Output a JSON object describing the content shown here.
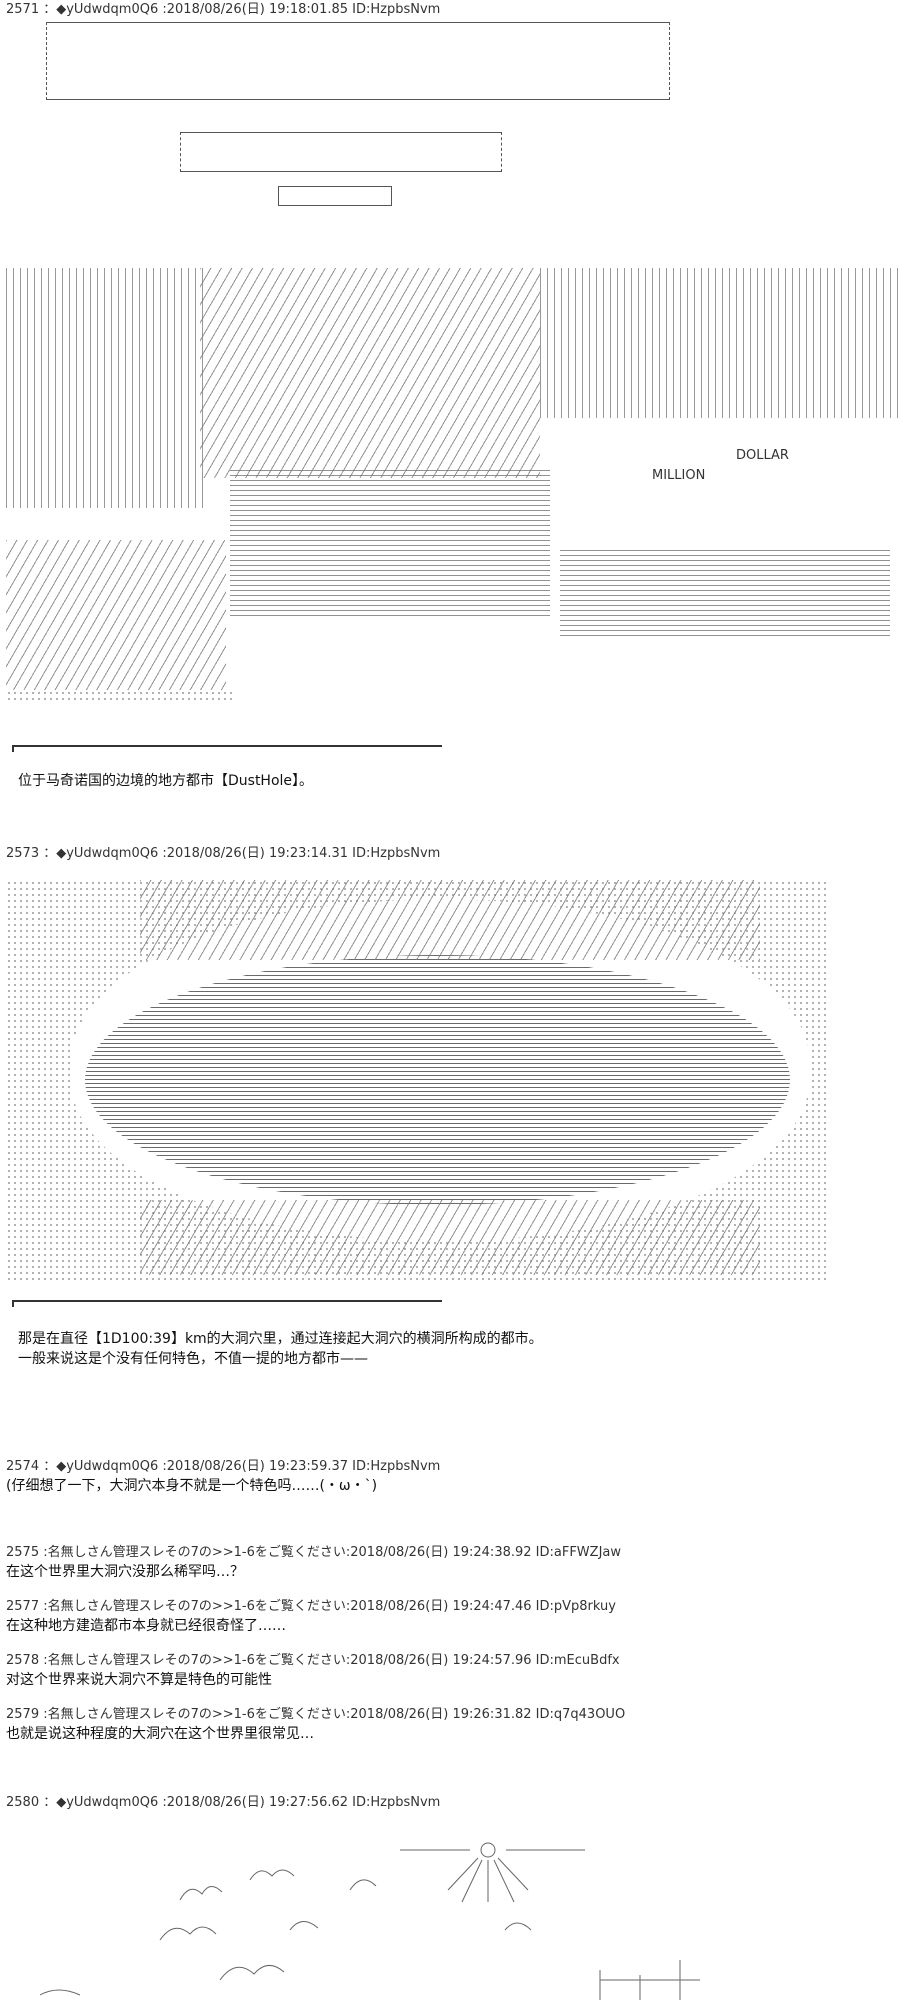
{
  "posts": [
    {
      "header": "2571 ：◆yUdwdqm0Q6 :2018/08/26(日) 19:18:01.85 ID:HzpbsNvm",
      "lines": [
        "位于马奇诺国的边境的地方都市【DustHole】。"
      ]
    },
    {
      "header": "2573 ：◆yUdwdqm0Q6 :2018/08/26(日) 19:23:14.31 ID:HzpbsNvm",
      "lines": [
        "那是在直径【1D100:39】km的大洞穴里，通过连接起大洞穴的横洞所构成的都市。",
        "一般来说这是个没有任何特色，不值一提的地方都市——"
      ]
    },
    {
      "header": "2574 ：◆yUdwdqm0Q6 :2018/08/26(日) 19:23:59.37 ID:HzpbsNvm",
      "lines": [
        "(仔细想了一下，大洞穴本身不就是一个特色吗……(・ω・`)"
      ]
    },
    {
      "header": "2575 :名無しさん管理スレその7の>>1-6をご覧ください:2018/08/26(日) 19:24:38.92 ID:aFFWZJaw",
      "lines": [
        "在这个世界里大洞穴没那么稀罕吗…？"
      ]
    },
    {
      "header": "2577 :名無しさん管理スレその7の>>1-6をご覧ください:2018/08/26(日) 19:24:47.46 ID:pVp8rkuy",
      "lines": [
        "在这种地方建造都市本身就已经很奇怪了……"
      ]
    },
    {
      "header": "2578 :名無しさん管理スレその7の>>1-6をご覧ください:2018/08/26(日) 19:24:57.96 ID:mEcuBdfx",
      "lines": [
        "对这个世界来说大洞穴不算是特色的可能性"
      ]
    },
    {
      "header": "2579 :名無しさん管理スレその7の>>1-6をご覧ください:2018/08/26(日) 19:26:31.82 ID:q7q43OUO",
      "lines": [
        "也就是说这种程度的大洞穴在这个世界里很常见…"
      ]
    },
    {
      "header": "2580 ：◆yUdwdqm0Q6 :2018/08/26(日) 19:27:56.62 ID:HzpbsNvm",
      "lines": []
    }
  ],
  "art": {
    "city_signs": [
      "DOLLAR",
      "MILLION"
    ]
  }
}
